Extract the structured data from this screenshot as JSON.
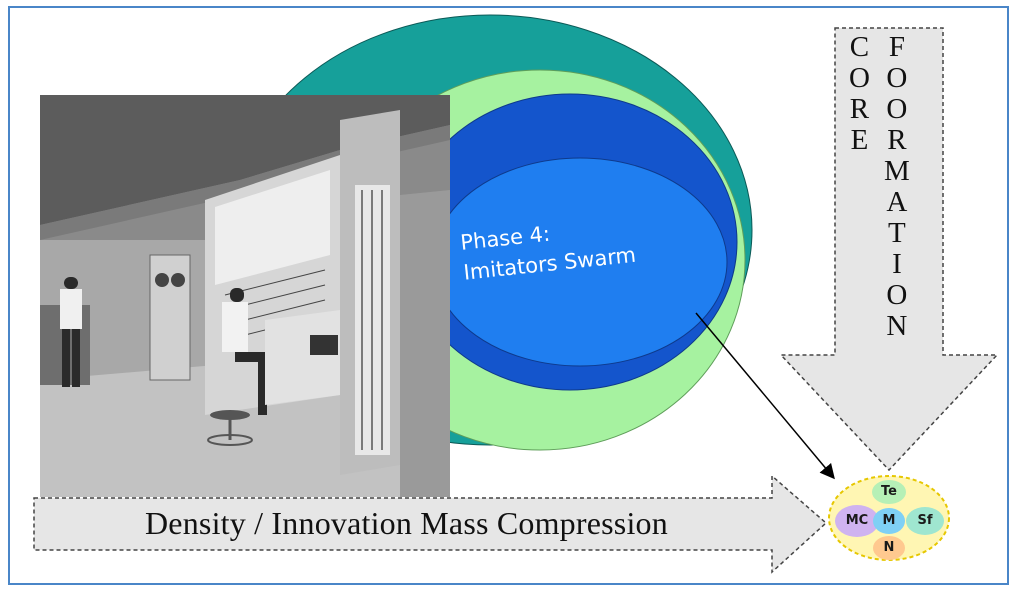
{
  "phase_label": "Phase 4:\nImitators Swarm",
  "core_formation": {
    "word1": [
      "C",
      "O",
      "R",
      "E"
    ],
    "word2": [
      "F",
      "O",
      "O",
      "R",
      "M",
      "A",
      "T",
      "I",
      "O",
      "N"
    ]
  },
  "density_label": "Density / Innovation Mass Compression",
  "core_elements": {
    "te": "Te",
    "mc": "MC",
    "m": "M",
    "sf": "Sf",
    "n": "N"
  },
  "colors": {
    "frame": "#4a86c8",
    "outer_ellipse": "#16a09a",
    "light_green": "#a6f2a0",
    "dark_blue": "#1455cc",
    "bright_blue": "#1f7ef0",
    "arrow_fill": "#e6e6e6",
    "core_fill": "#fff6b3",
    "core_border": "#e6c700"
  }
}
